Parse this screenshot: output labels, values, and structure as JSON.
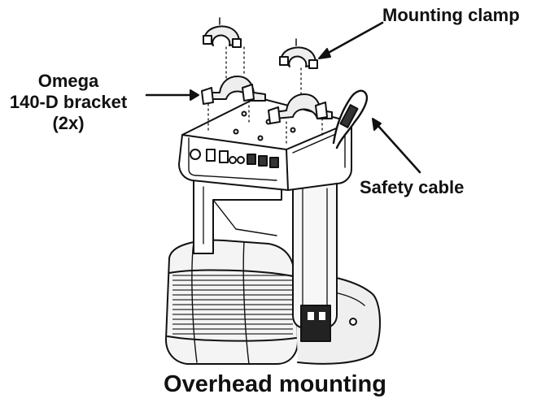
{
  "labels": {
    "mounting_clamp": "Mounting clamp",
    "omega_bracket": [
      "Omega",
      "140-D bracket",
      "(2x)"
    ],
    "safety_cable": "Safety cable"
  },
  "caption": "Overhead mounting",
  "colors": {
    "ink": "#111111",
    "fill": "#ffffff",
    "shade": "#d9d9d9"
  }
}
